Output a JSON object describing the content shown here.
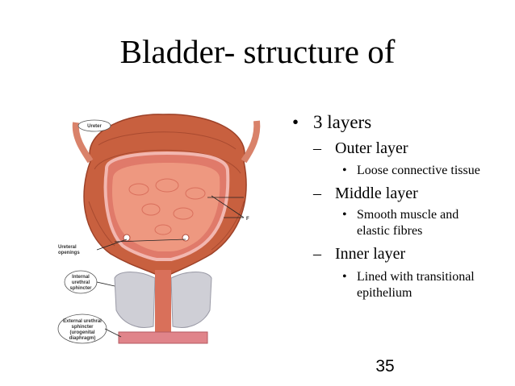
{
  "slide": {
    "title": "Bladder- structure of",
    "page_number": "35"
  },
  "bullets": {
    "main": "3 layers",
    "layers": [
      {
        "name": "Outer layer",
        "details": [
          "Loose connective tissue"
        ]
      },
      {
        "name": "Middle layer",
        "details": [
          "Smooth muscle and",
          "elastic fibres"
        ]
      },
      {
        "name": "Inner layer",
        "details": [
          "Lined with transitional",
          "epithelium"
        ]
      }
    ],
    "bullet_glyph": "•",
    "dash_glyph": "–"
  },
  "figure": {
    "labels": {
      "ureter": "Ureter",
      "f": "F",
      "ureteral_openings": [
        "Ureteral",
        "openings"
      ],
      "internal_sphincter": [
        "Internal",
        "urethral",
        "sphincter"
      ],
      "external_sphincter": [
        "External urethral",
        "sphincter",
        "(urogenital",
        "diaphragm)"
      ]
    },
    "colors": {
      "muscle": "#c8603f",
      "lining": "#e07a6a",
      "lumen": "#ee9880",
      "mucosa_edge": "#f2b7b0",
      "sphincter": "#cfcfd6"
    }
  }
}
